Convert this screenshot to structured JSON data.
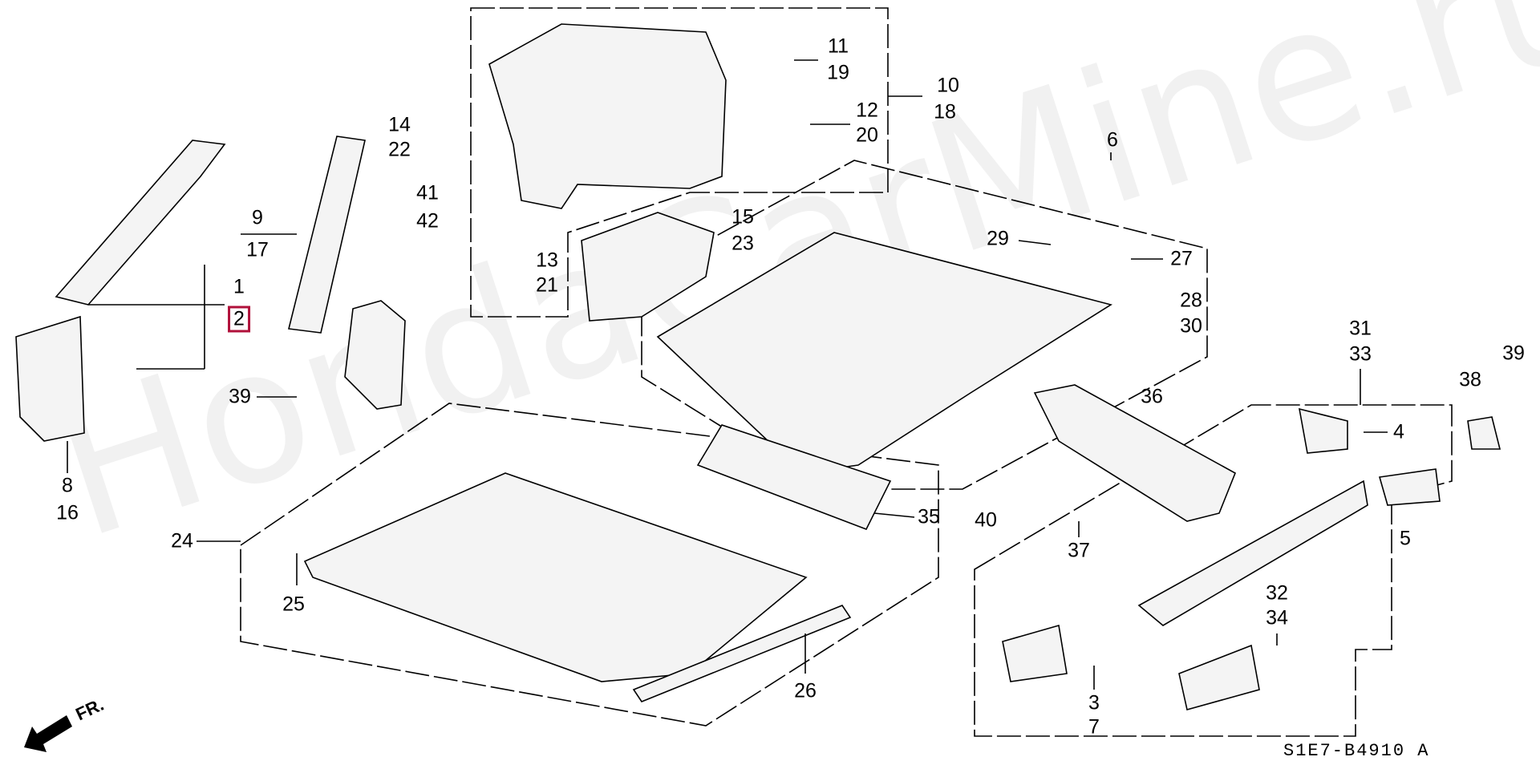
{
  "diagram": {
    "code": "S1E7-B4910 A",
    "watermark": "HondaCarMine.ru",
    "direction_label": "FR.",
    "highlighted_part": "2",
    "accent_color": "#b0103a",
    "labels": [
      {
        "id": "l11",
        "text": "11"
      },
      {
        "id": "l19",
        "text": "19"
      },
      {
        "id": "l10",
        "text": "10"
      },
      {
        "id": "l18",
        "text": "18"
      },
      {
        "id": "l12",
        "text": "12"
      },
      {
        "id": "l20",
        "text": "20"
      },
      {
        "id": "l14",
        "text": "14"
      },
      {
        "id": "l22",
        "text": "22"
      },
      {
        "id": "l6",
        "text": "6"
      },
      {
        "id": "l9",
        "text": "9"
      },
      {
        "id": "l17",
        "text": "17"
      },
      {
        "id": "l41",
        "text": "41"
      },
      {
        "id": "l42",
        "text": "42"
      },
      {
        "id": "l15",
        "text": "15"
      },
      {
        "id": "l23",
        "text": "23"
      },
      {
        "id": "l29",
        "text": "29"
      },
      {
        "id": "l27",
        "text": "27"
      },
      {
        "id": "l1",
        "text": "1"
      },
      {
        "id": "l2",
        "text": "2"
      },
      {
        "id": "l13",
        "text": "13"
      },
      {
        "id": "l21",
        "text": "21"
      },
      {
        "id": "l28",
        "text": "28"
      },
      {
        "id": "l30",
        "text": "30"
      },
      {
        "id": "l31",
        "text": "31"
      },
      {
        "id": "l33",
        "text": "33"
      },
      {
        "id": "l39a",
        "text": "39"
      },
      {
        "id": "l38",
        "text": "38"
      },
      {
        "id": "l39b",
        "text": "39"
      },
      {
        "id": "l36",
        "text": "36"
      },
      {
        "id": "l4",
        "text": "4"
      },
      {
        "id": "l8",
        "text": "8"
      },
      {
        "id": "l16",
        "text": "16"
      },
      {
        "id": "l35",
        "text": "35"
      },
      {
        "id": "l40",
        "text": "40"
      },
      {
        "id": "l24",
        "text": "24"
      },
      {
        "id": "l5",
        "text": "5"
      },
      {
        "id": "l37",
        "text": "37"
      },
      {
        "id": "l25",
        "text": "25"
      },
      {
        "id": "l32",
        "text": "32"
      },
      {
        "id": "l34",
        "text": "34"
      },
      {
        "id": "l26",
        "text": "26"
      },
      {
        "id": "l3",
        "text": "3"
      },
      {
        "id": "l7",
        "text": "7"
      }
    ]
  }
}
